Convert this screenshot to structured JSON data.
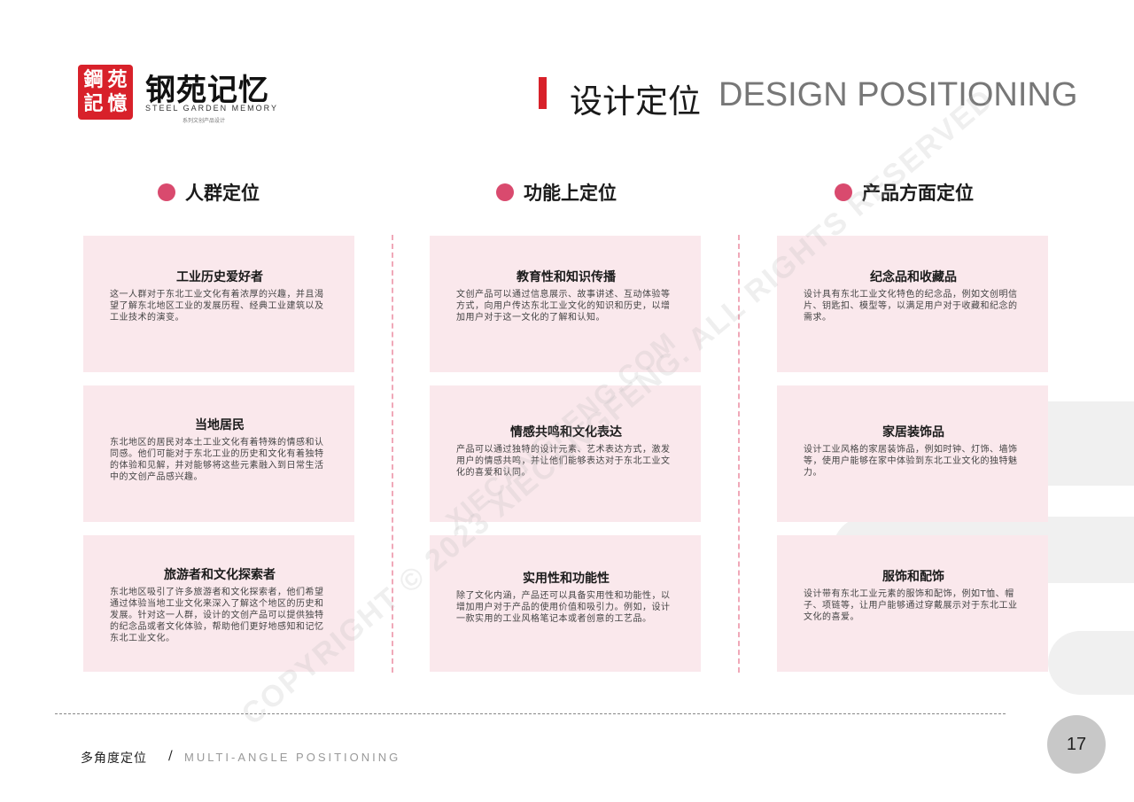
{
  "logo": {
    "seal_chars": [
      "鋼",
      "苑",
      "記",
      "憶"
    ],
    "title": "钢苑记忆",
    "subtitle": "STEEL GARDEN MEMORY",
    "tagline": "系列文创产品设计"
  },
  "header": {
    "title_cn": "设计定位",
    "title_en": "DESIGN POSITIONING"
  },
  "watermark": {
    "line1": "COPYRIGHT © 2023 XIECANGFENG. ALL RIGHTS RESERVED",
    "line2": "XIECANGFENG.COM"
  },
  "columns": [
    {
      "title": "人群定位",
      "cards": [
        {
          "title": "工业历史爱好者",
          "text": "这一人群对于东北工业文化有着浓厚的兴趣，并且渴望了解东北地区工业的发展历程、经典工业建筑以及工业技术的演变。"
        },
        {
          "title": "当地居民",
          "text": "东北地区的居民对本土工业文化有着特殊的情感和认同感。他们可能对于东北工业的历史和文化有着独特的体验和见解，并对能够将这些元素融入到日常生活中的文创产品感兴趣。"
        },
        {
          "title": "旅游者和文化探索者",
          "text": "东北地区吸引了许多旅游者和文化探索者，他们希望通过体验当地工业文化来深入了解这个地区的历史和发展。针对这一人群，设计的文创产品可以提供独特的纪念品或者文化体验，帮助他们更好地感知和记忆东北工业文化。"
        }
      ]
    },
    {
      "title": "功能上定位",
      "cards": [
        {
          "title": "教育性和知识传播",
          "text": "文创产品可以通过信息展示、故事讲述、互动体验等方式，向用户传达东北工业文化的知识和历史，以增加用户对于这一文化的了解和认知。"
        },
        {
          "title": "情感共鸣和文化表达",
          "text": "产品可以通过独特的设计元素、艺术表达方式，激发用户的情感共鸣，并让他们能够表达对于东北工业文化的喜爱和认同。"
        },
        {
          "title": "实用性和功能性",
          "text": "除了文化内涵，产品还可以具备实用性和功能性，以增加用户对于产品的使用价值和吸引力。例如，设计一款实用的工业风格笔记本或者创意的工艺品。"
        }
      ]
    },
    {
      "title": "产品方面定位",
      "cards": [
        {
          "title": "纪念品和收藏品",
          "text": "设计具有东北工业文化特色的纪念品，例如文创明信片、钥匙扣、模型等，以满足用户对于收藏和纪念的需求。"
        },
        {
          "title": "家居装饰品",
          "text": "设计工业风格的家居装饰品，例如时钟、灯饰、墙饰等，使用户能够在家中体验到东北工业文化的独特魅力。"
        },
        {
          "title": "服饰和配饰",
          "text": "设计带有东北工业元素的服饰和配饰，例如T恤、帽子、项链等，让用户能够通过穿戴展示对于东北工业文化的喜爱。"
        }
      ]
    }
  ],
  "footer": {
    "label_cn": "多角度定位",
    "separator": "/",
    "label_en": "MULTI-ANGLE POSITIONING",
    "page_number": "17"
  },
  "colors": {
    "accent_red": "#d8212a",
    "dot_pink": "#d94a6e",
    "card_bg": "#fae8ec",
    "divider_pink": "#f0a8b8"
  }
}
